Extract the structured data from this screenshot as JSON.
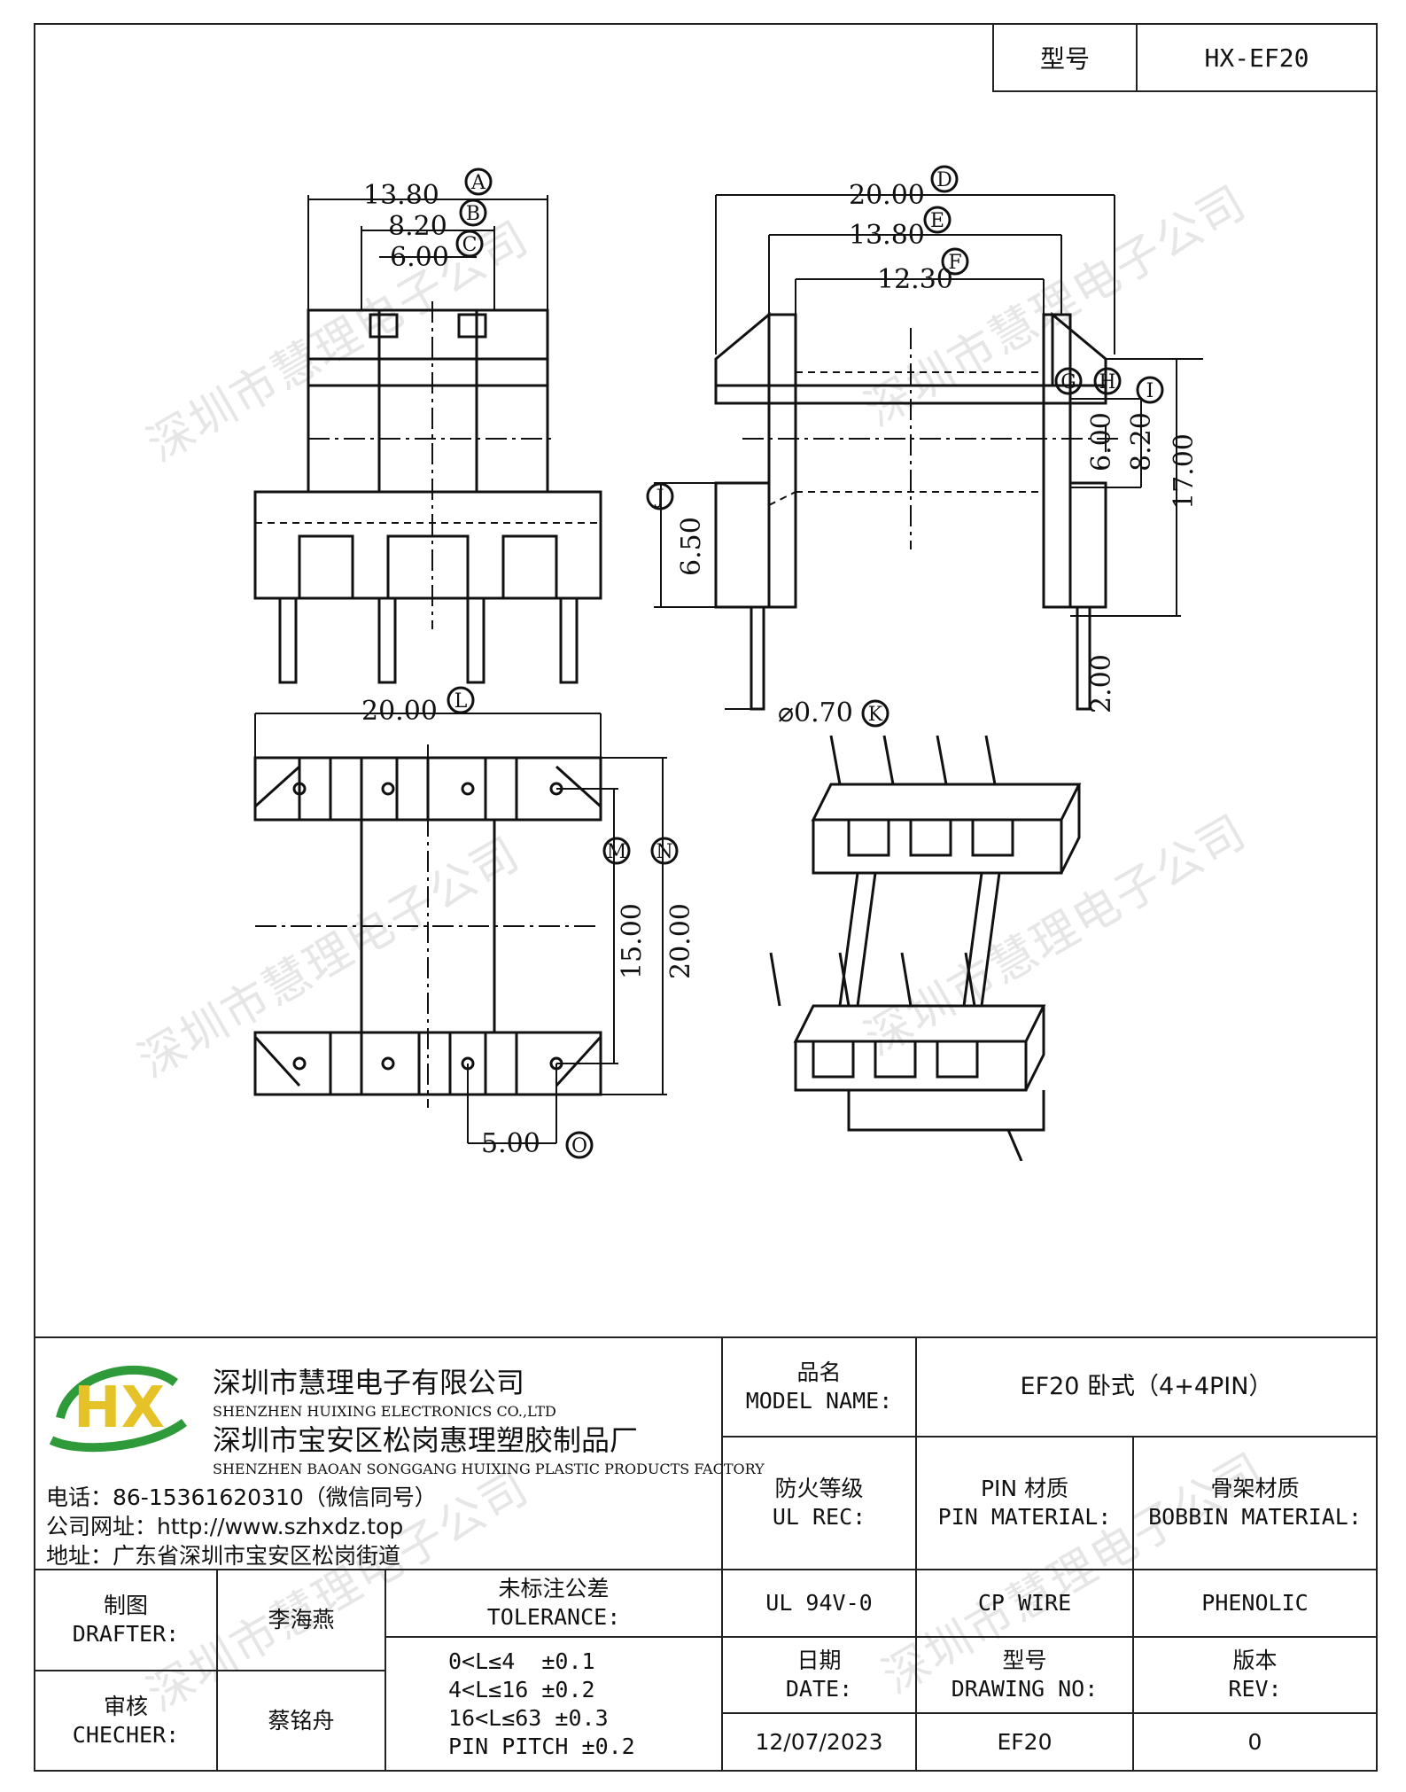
{
  "header": {
    "model_label": "型号",
    "model_value": "HX-EF20"
  },
  "watermark": "深圳市慧理电子公司",
  "drawing": {
    "dim_a": "13.80",
    "tag_a": "A",
    "dim_b": "8.20",
    "tag_b": "B",
    "dim_c": "6.00",
    "tag_c": "C",
    "dim_d": "20.00",
    "tag_d": "D",
    "dim_e": "13.80",
    "tag_e": "E",
    "dim_f": "12.30",
    "tag_f": "F",
    "dim_g": "6.00",
    "tag_g": "G",
    "dim_h": "8.20",
    "tag_h": "H",
    "dim_i": "17.00",
    "tag_i": "I",
    "dim_j": "6.50",
    "tag_j": "J",
    "dim_pin": "2.00",
    "dim_k": "⌀0.70",
    "tag_k": "K",
    "dim_l": "20.00",
    "tag_l": "L",
    "dim_m": "15.00",
    "tag_m": "M",
    "dim_n": "20.00",
    "tag_n": "N",
    "dim_o": "5.00",
    "tag_o": "O"
  },
  "company": {
    "logo_text": "HX",
    "name_cn": "深圳市慧理电子有限公司",
    "name_en": "SHENZHEN HUIXING ELECTRONICS CO.,LTD",
    "factory_cn": "深圳市宝安区松岗惠理塑胶制品厂",
    "factory_en": "SHENZHEN BAOAN SONGGANG HUIXING PLASTIC PRODUCTS FACTORY",
    "phone": "电话：86-15361620310（微信同号）",
    "website": "公司网址：http://www.szhxdz.top",
    "address": "地址：广东省深圳市宝安区松岗街道"
  },
  "title_block": {
    "product_label_cn": "品名",
    "product_label_en": "MODEL NAME:",
    "product_value": "EF20 卧式（4+4PIN）",
    "ul_label_cn": "防火等级",
    "ul_label_en": "UL REC:",
    "pin_label_cn": "PIN 材质",
    "pin_label_en": "PIN MATERIAL:",
    "bobbin_label_cn": "骨架材质",
    "bobbin_label_en": "BOBBIN MATERIAL:",
    "ul_value": "UL 94V-0",
    "pin_value": "CP WIRE",
    "bobbin_value": "PHENOLIC",
    "drafter_cn": "制图",
    "drafter_en": "DRAFTER:",
    "drafter_name": "李海燕",
    "checker_cn": "审核",
    "checker_en": "CHECHER:",
    "checker_name": "蔡铭舟",
    "tolerance_cn": "未标注公差",
    "tolerance_en": "TOLERANCE:",
    "tolerance_lines": [
      "0<L≤4  ±0.1",
      "4<L≤16 ±0.2",
      "16<L≤63 ±0.3",
      "PIN PITCH ±0.2"
    ],
    "date_cn": "日期",
    "date_en": "DATE:",
    "drawing_no_cn": "型号",
    "drawing_no_en": "DRAWING NO:",
    "rev_cn": "版本",
    "rev_en": "REV:",
    "date_value": "12/07/2023",
    "drawing_no_value": "EF20",
    "rev_value": "0"
  }
}
